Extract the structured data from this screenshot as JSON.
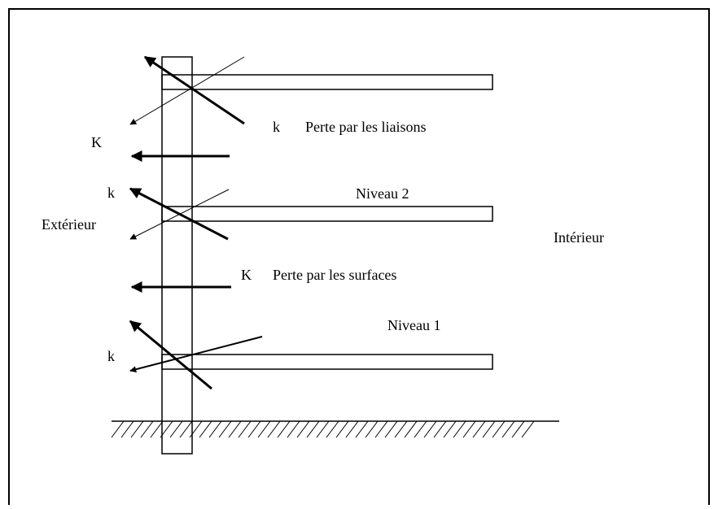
{
  "labels": {
    "k_liaisons": "k",
    "perte_liaisons": "Perte par les liaisons",
    "K_upper": "K",
    "k_middle": "k",
    "niveau2": "Niveau 2",
    "exterieur": "Extérieur",
    "interieur": "Intérieur",
    "K_surfaces": "K",
    "perte_surfaces": "Perte par les surfaces",
    "niveau1": "Niveau 1",
    "k_lower": "k"
  },
  "colors": {
    "stroke": "#000000",
    "background": "#ffffff"
  }
}
